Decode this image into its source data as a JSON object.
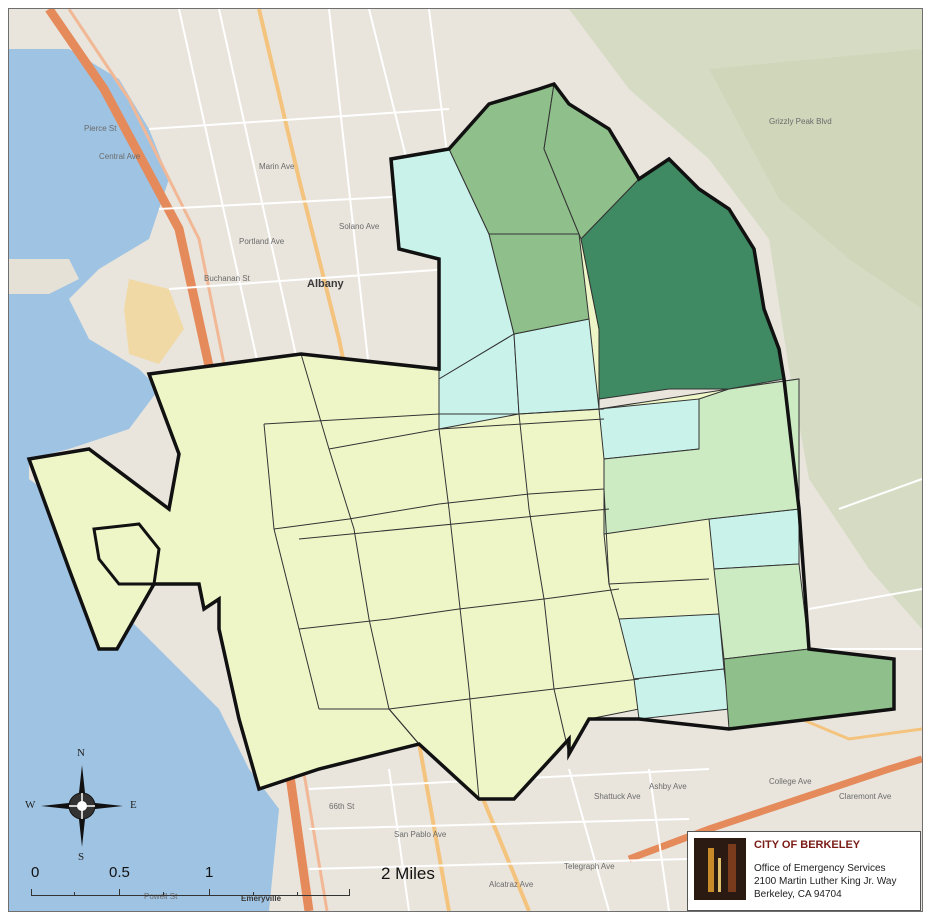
{
  "map": {
    "place_label": "Albany",
    "bottom_place_label": "Emeryville",
    "colors": {
      "water": "#9fc3e3",
      "land": "#e9e5dd",
      "hills": "#d6dcc4",
      "very_light": "#eef6c8",
      "light_cyan": "#c9f3ea",
      "light_green": "#cdebc3",
      "medium_green": "#8fbf8a",
      "dark_green": "#3f8a62",
      "boundary": "#111111"
    },
    "streets": [
      "Central Ave",
      "Solano Ave",
      "Marin Ave",
      "Portland Ave",
      "Buchanan St",
      "Pierce St",
      "San Pablo Ave",
      "Telegraph Ave",
      "Shattuck Ave",
      "Ashby Ave",
      "College Ave",
      "Grizzly Peak Blvd",
      "Powell St",
      "66th St",
      "Alcatraz Ave",
      "Claremont Ave"
    ]
  },
  "scale_bar": {
    "labels": [
      "0",
      "0.5",
      "1",
      "2 Miles"
    ]
  },
  "compass": {
    "north": "N",
    "south": "S",
    "east": "E",
    "west": "W"
  },
  "office": {
    "title": "CITY OF BERKELEY",
    "line1": "Office of Emergency Services",
    "line2": "2100 Martin Luther King Jr. Way",
    "line3": "Berkeley, CA 94704"
  }
}
